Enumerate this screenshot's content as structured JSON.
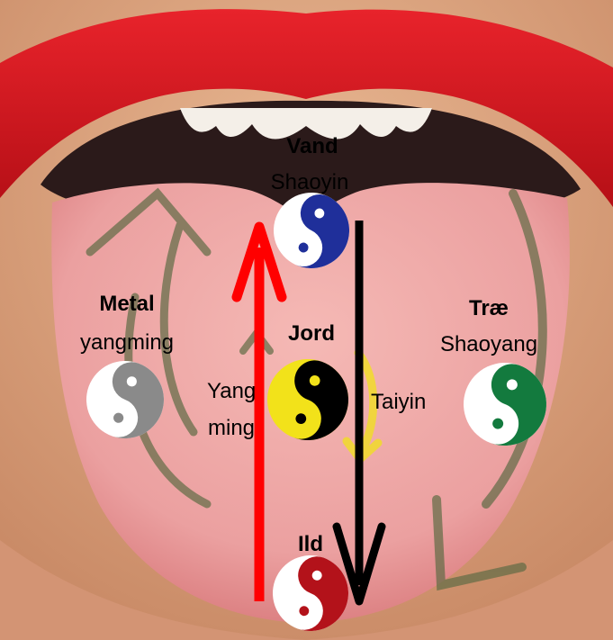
{
  "elements": {
    "vand": {
      "name": "Vand",
      "meridian": "Shaoyin",
      "color": "#1f2f9a"
    },
    "metal": {
      "name": "Metal",
      "meridian": "yangming",
      "color": "#8a8a8a"
    },
    "jord": {
      "name": "Jord",
      "color": "#f2e21a"
    },
    "trae": {
      "name": "Træ",
      "meridian": "Shaoyang",
      "color": "#137a3e"
    },
    "ild": {
      "name": "Ild",
      "color": "#b3121a"
    }
  },
  "labels": {
    "yangming_line1": "Yang",
    "yangming_line2": "ming",
    "taiyin": "Taiyin"
  },
  "colors": {
    "lips": "#d71920",
    "tongue": "#e99c9c",
    "skin": "#d9a27f",
    "arrow_up": "#ff0000",
    "arrow_down": "#000000",
    "cycle_arrow": "#5f6b45",
    "rotation_arrow": "#f1e21a"
  }
}
